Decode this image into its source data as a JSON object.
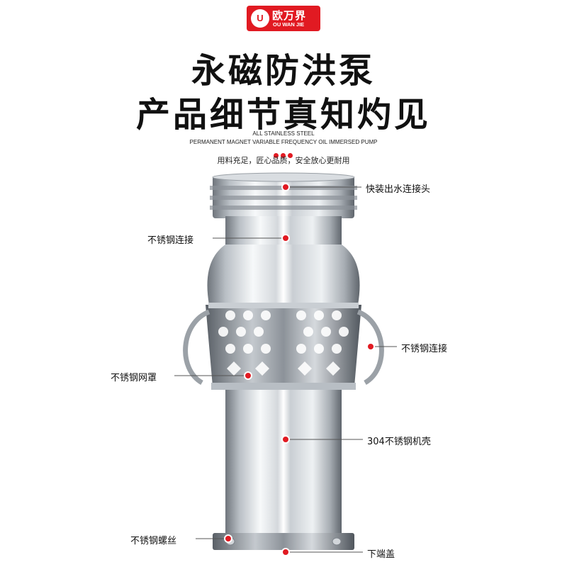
{
  "brand": {
    "logo_mark": "U",
    "name_cn": "欧万界",
    "name_en": "OU WAN JIE",
    "color": "#e11a22"
  },
  "headline": {
    "line1": "永磁防洪泵",
    "line2": "产品细节真知灼见"
  },
  "subtitle": {
    "en_line1": "ALL STAINLESS STEEL",
    "en_line2": "PERMANENT MAGNET VARIABLE FREQUENCY OIL IMMERSED PUMP",
    "tagline": "用料充足，匠心品质，安全放心更耐用"
  },
  "callouts": {
    "outlet_connector": "快装出水连接头",
    "upper_connection": "不锈钢连接",
    "side_connection": "不锈钢连接",
    "mesh_cover": "不锈钢网罩",
    "housing": "304不锈钢机壳",
    "screws": "不锈钢螺丝",
    "bottom_cover": "下端盖"
  },
  "colors": {
    "accent": "#e11a22",
    "steel_light": "#f4f6f8",
    "steel_dark": "#7a8088"
  }
}
